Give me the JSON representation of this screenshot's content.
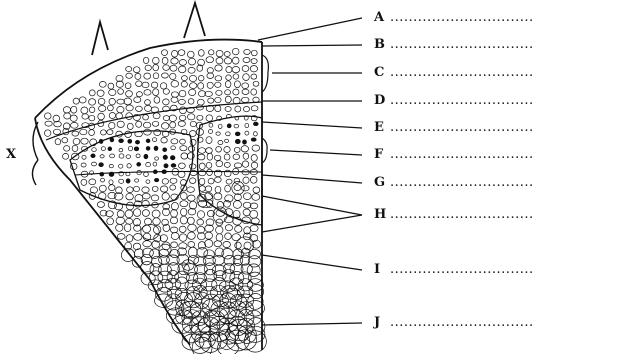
{
  "diagram": {
    "labels": [
      {
        "letter": "A",
        "answer": "..............................."
      },
      {
        "letter": "B",
        "answer": "..............................."
      },
      {
        "letter": "C",
        "answer": "..............................."
      },
      {
        "letter": "D",
        "answer": "..............................."
      },
      {
        "letter": "E",
        "answer": "..............................."
      },
      {
        "letter": "F",
        "answer": "..............................."
      },
      {
        "letter": "G",
        "answer": "..............................."
      },
      {
        "letter": "H",
        "answer": "..............................."
      },
      {
        "letter": "I",
        "answer": "..............................."
      },
      {
        "letter": "J",
        "answer": "..............................."
      }
    ],
    "side_label": "X"
  },
  "colors": {
    "ink": "#111111",
    "background": "#ffffff"
  }
}
